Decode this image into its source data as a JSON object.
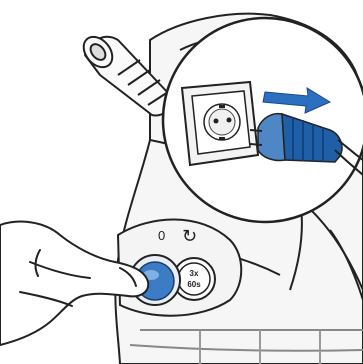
{
  "illustration": {
    "steam_boost_button": {
      "line1": "3x",
      "line2": "60s"
    },
    "indicator_symbols": [
      "0",
      "↻"
    ]
  },
  "colors": {
    "line": "#222222",
    "plug_blue": "#1f5fa8",
    "plug_light_blue": "#4f86c6",
    "arrow_blue": "#2a6fc0",
    "button_blue": "#3b7cc4",
    "shade_gray": "#cfcfcf",
    "background": "#ffffff"
  }
}
